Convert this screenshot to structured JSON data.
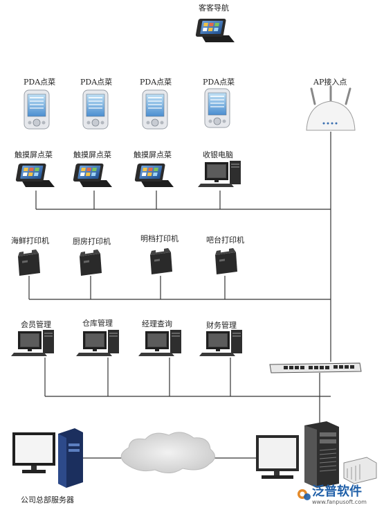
{
  "labels": {
    "guest_nav": "客客导航",
    "pda": [
      "PDA点菜",
      "PDA点菜",
      "PDA点菜",
      "PDA点菜"
    ],
    "ap": "AP接入点",
    "touch": [
      "触摸屏点菜",
      "触摸屏点菜",
      "触摸屏点菜"
    ],
    "cashier": "收银电脑",
    "printers": [
      "海鲜打印机",
      "厨房打印机",
      "明档打印机",
      "吧台打印机"
    ],
    "management": [
      "会员管理",
      "仓库管理",
      "经理查询",
      "财务管理"
    ],
    "hq_server": "公司总部服务器"
  },
  "watermark": {
    "brand": "泛普软件",
    "url": "www.fanpusoft.com"
  },
  "icons": {
    "guest_nav": "touch-terminal-icon",
    "pda": "pda-device-icon",
    "ap": "wireless-access-point-icon",
    "touch": "touch-terminal-icon",
    "cashier": "desktop-computer-icon",
    "printers": "receipt-printer-icon",
    "management": "desktop-computer-icon",
    "switch": "network-switch-icon",
    "server": "server-tower-icon",
    "cloud": "internet-cloud-icon",
    "logo": "fanpu-logo-icon"
  },
  "colors": {
    "line": "#333333",
    "device_dark": "#2a2a2a",
    "screen": "#3a6fb0",
    "cloud": "#d8d8d8",
    "brand_blue": "#1f5fa8"
  }
}
